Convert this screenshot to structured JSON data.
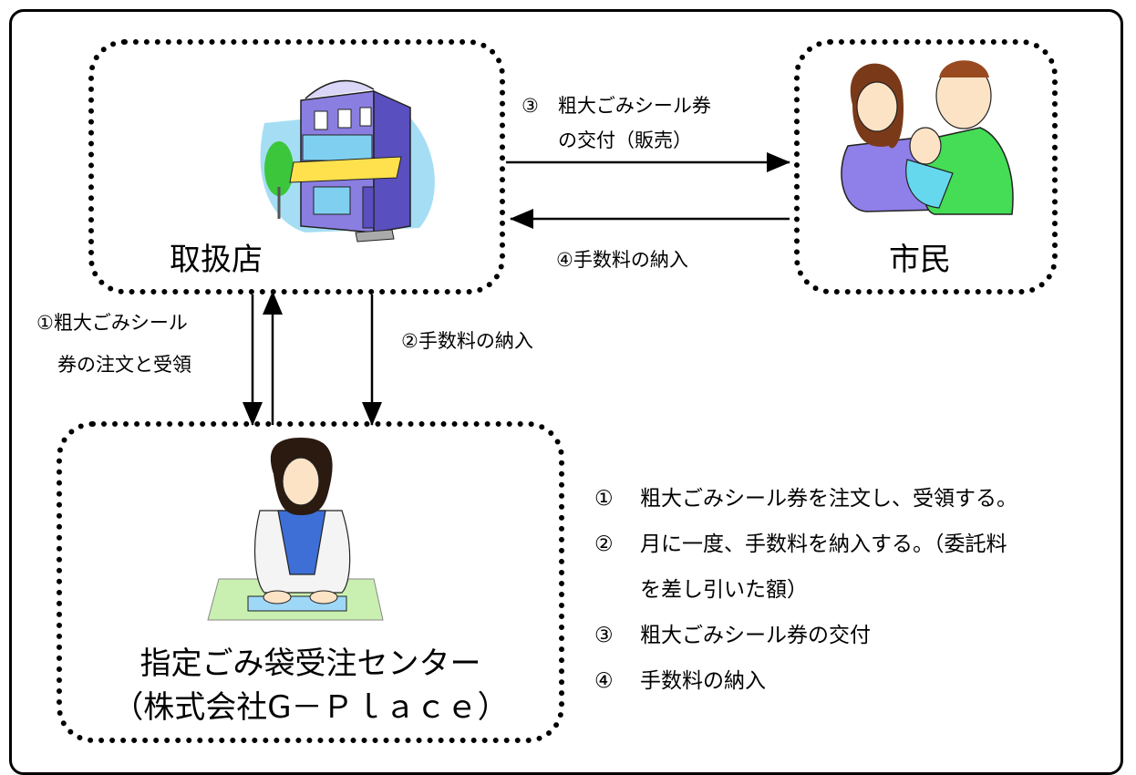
{
  "nodes": {
    "store": {
      "label": "取扱店"
    },
    "citizen": {
      "label": "市民"
    },
    "center": {
      "line1": "指定ごみ袋受注センター",
      "line2": "（株式会社G－Ｐｌａｃｅ）"
    }
  },
  "flows": {
    "to_citizen": {
      "line1": "③　粗大ごみシール券",
      "line2": "の交付（販売）"
    },
    "to_store": {
      "text": "④手数料の納入"
    },
    "order": {
      "line1": "①粗大ごみシール",
      "line2": "券の注文と受領"
    },
    "fee": {
      "text": "②手数料の納入"
    }
  },
  "legend": [
    {
      "num": "①",
      "text": "粗大ごみシール券を注文し、受領する。"
    },
    {
      "num": "②",
      "text": "月に一度、手数料を納入する。（委託料",
      "cont": "を差し引いた額）"
    },
    {
      "num": "③",
      "text": "粗大ごみシール券の交付"
    },
    {
      "num": "④",
      "text": "手数料の納入"
    }
  ],
  "colors": {
    "building_body": "#8a7fe0",
    "building_trim": "#d9d6f7",
    "awning": "#ffe14d",
    "sky_blue": "#7fd0f0",
    "tree_green": "#3cc63c",
    "shirt_green": "#44dd55",
    "shirt_purple": "#8f7fe8",
    "baby_blue": "#66d8ee",
    "vest_blue": "#3d6fd6",
    "desk_green": "#c9f0b0"
  }
}
